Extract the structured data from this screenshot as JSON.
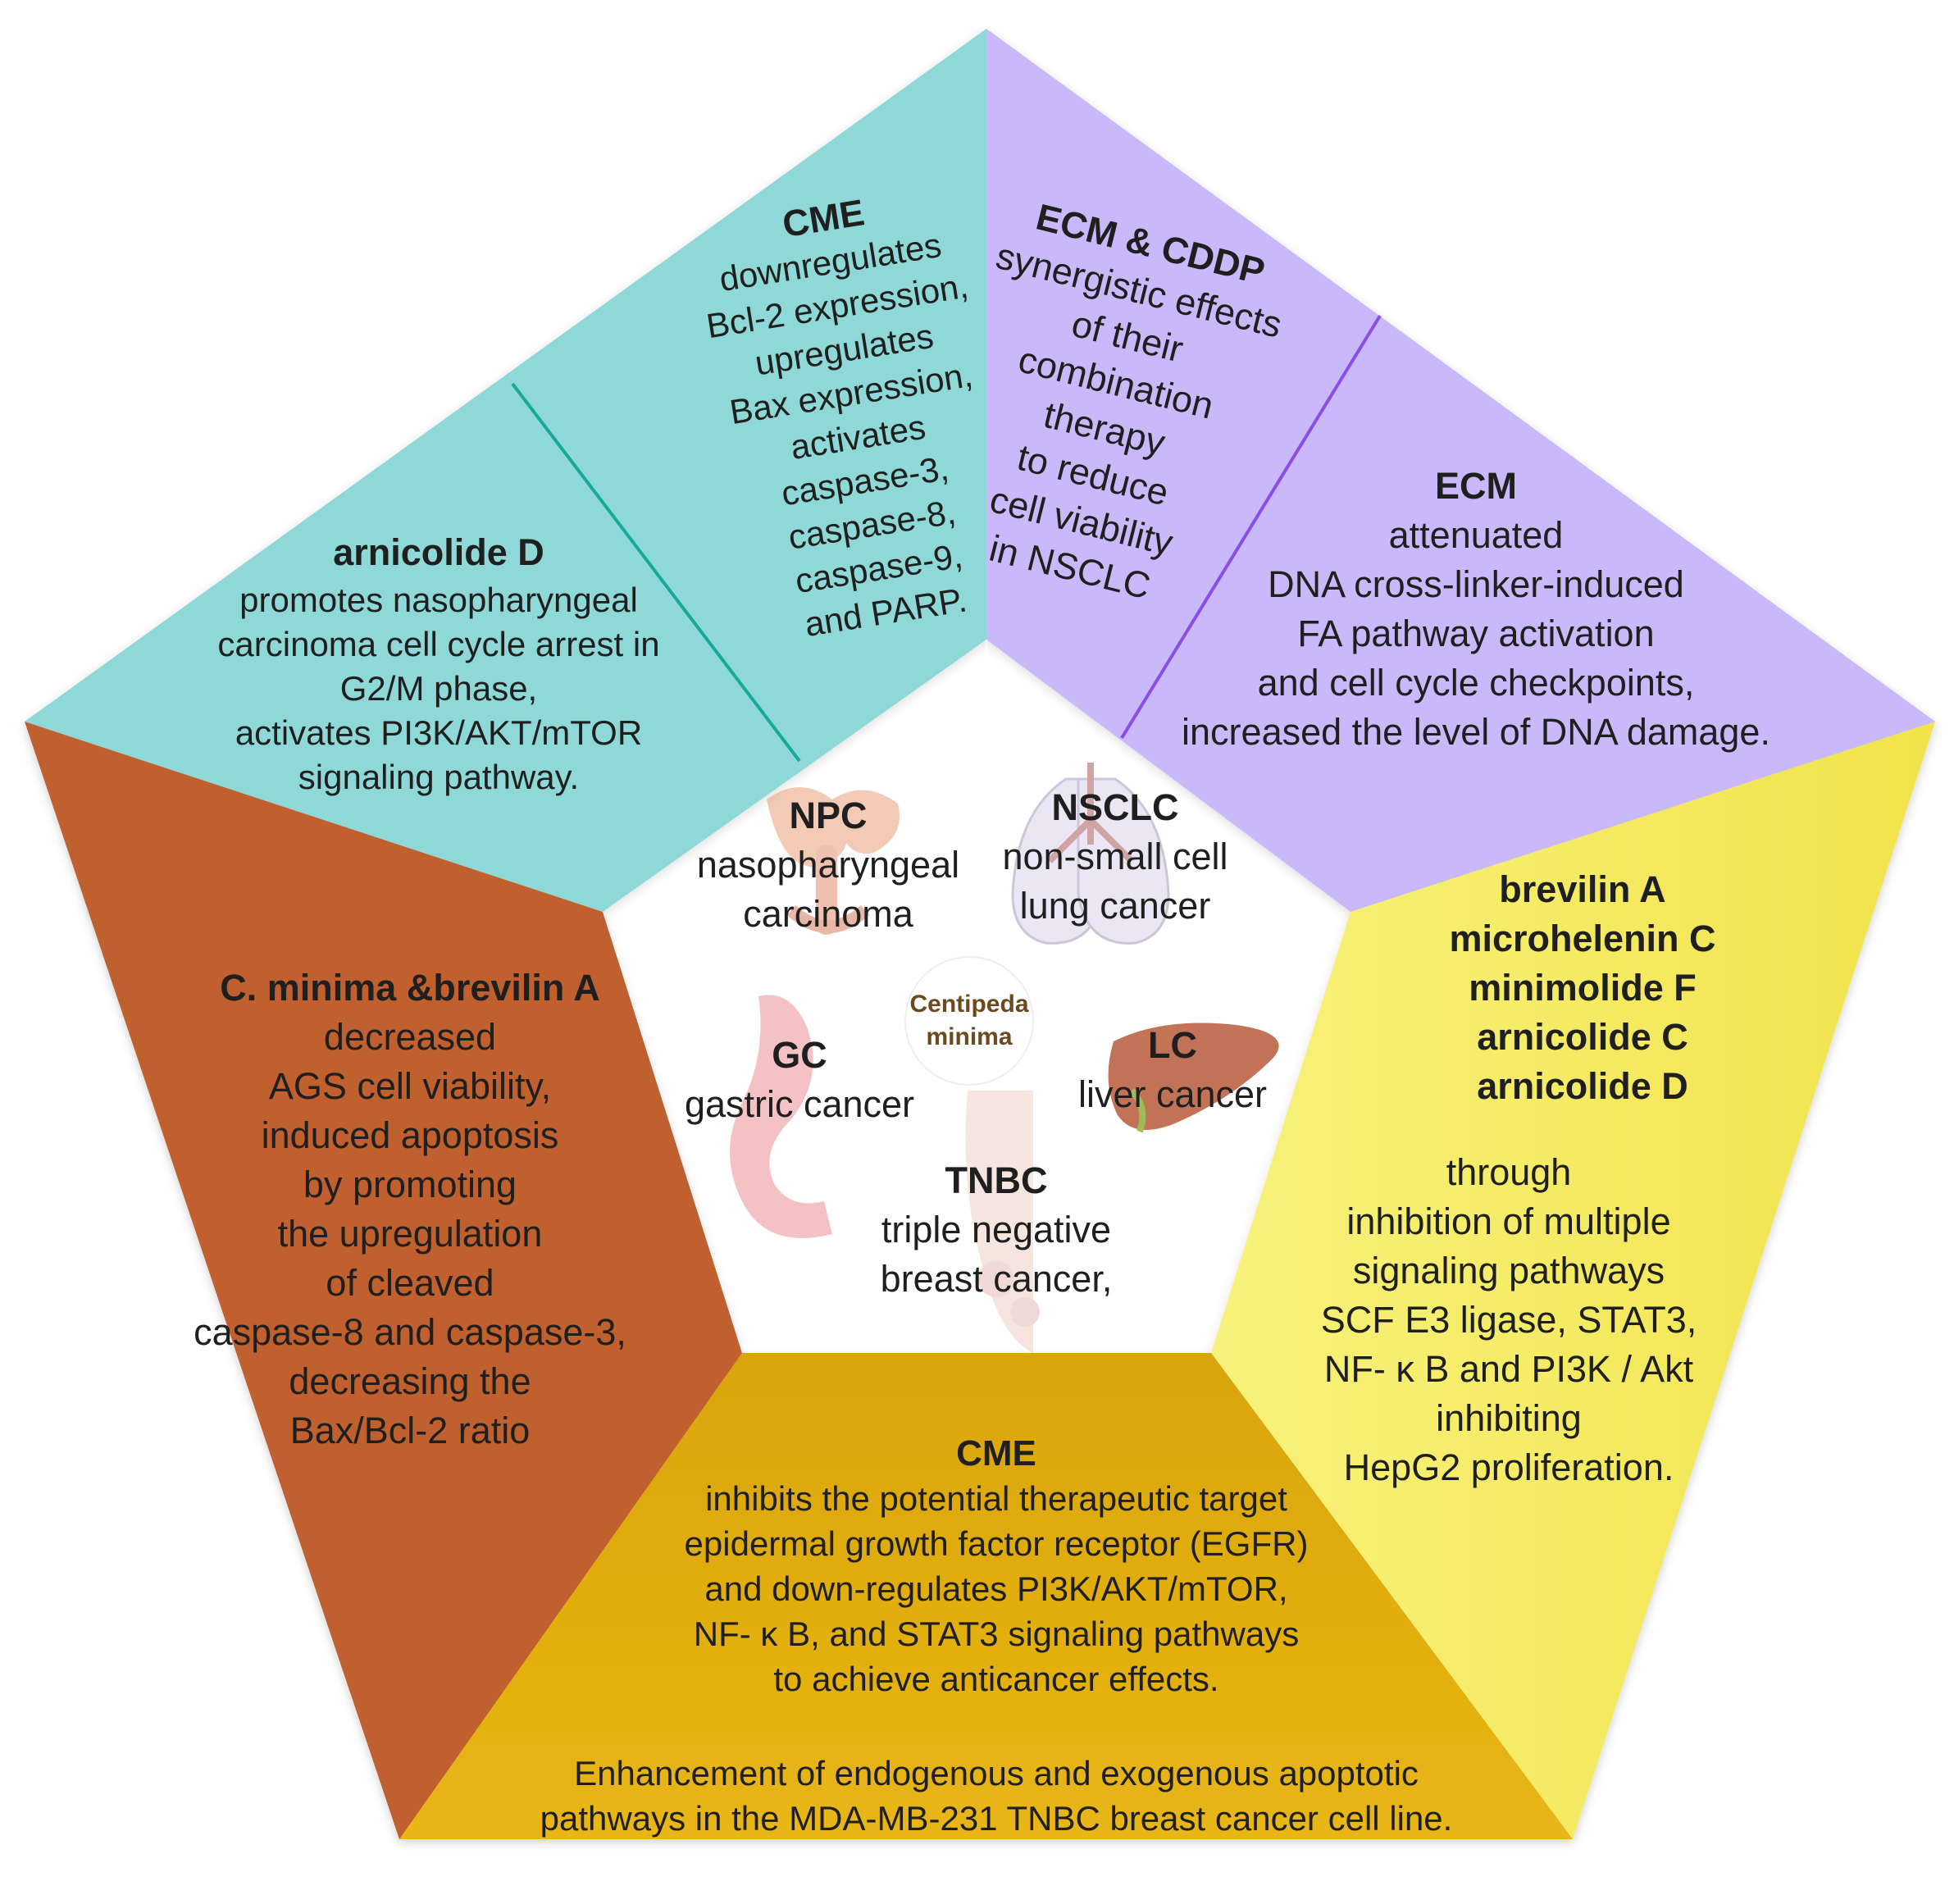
{
  "center": {
    "title_line1": "Centipeda",
    "title_line2": "minima"
  },
  "colors": {
    "npc": "#8ed9d8",
    "nsclc": "#c7b8fb",
    "lc": "#f4ea6a",
    "tnbc": "#e4b30c",
    "gc": "#bf5f2c",
    "inner_overlay": "#ffffff"
  },
  "cancers": {
    "npc": {
      "abbr": "NPC",
      "name_line1": "nasopharyngeal",
      "name_line2": "carcinoma",
      "icon": "nasopharynx-icon"
    },
    "nsclc": {
      "abbr": "NSCLC",
      "name_line1": "non-small cell",
      "name_line2": "lung cancer",
      "icon": "lungs-icon"
    },
    "lc": {
      "abbr": "LC",
      "name": "liver cancer",
      "icon": "liver-icon"
    },
    "tnbc": {
      "abbr": "TNBC",
      "name_line1": "triple negative",
      "name_line2": "breast cancer,",
      "icon": "breast-tissue-icon"
    },
    "gc": {
      "abbr": "GC",
      "name": "gastric cancer",
      "icon": "stomach-icon"
    }
  },
  "panels": {
    "npc_arnicolide": {
      "title": "arnicolide D",
      "lines": [
        "promotes nasopharyngeal",
        "carcinoma cell cycle arrest in",
        "G2/M phase,",
        "activates PI3K/AKT/mTOR",
        "signaling pathway."
      ]
    },
    "npc_cme": {
      "title": "CME",
      "lines": [
        "downregulates",
        "Bcl-2 expression,",
        "upregulates",
        "Bax expression,",
        "activates",
        "caspase-3,",
        "caspase-8,",
        "caspase-9,",
        "and PARP."
      ]
    },
    "nsclc_ecm_cddp": {
      "title": "ECM & CDDP",
      "lines": [
        "synergistic effects",
        "of their",
        "combination",
        "therapy",
        "to reduce",
        "cell viability",
        "in NSCLC"
      ]
    },
    "nsclc_ecm": {
      "title": "ECM",
      "lines": [
        "attenuated",
        "DNA cross-linker-induced",
        "FA pathway activation",
        "and cell cycle checkpoints,",
        "increased the level of DNA damage."
      ]
    },
    "lc_compounds": {
      "titles": [
        "brevilin A",
        "microhelenin C",
        "minimolide F",
        "arnicolide C",
        "arnicolide D"
      ],
      "lines": [
        "through",
        "inhibition of multiple",
        "signaling pathways",
        "SCF E3 ligase, STAT3,",
        "NF- κ B and PI3K / Akt",
        "inhibiting",
        "HepG2 proliferation."
      ]
    },
    "tnbc_cme": {
      "title": "CME",
      "lines": [
        "inhibits the potential therapeutic target",
        "epidermal growth factor receptor (EGFR)",
        "and down-regulates PI3K/AKT/mTOR,",
        "NF- κ B, and STAT3 signaling pathways",
        "to achieve anticancer effects."
      ],
      "footer_lines": [
        "Enhancement of endogenous and exogenous apoptotic",
        "pathways in the MDA-MB-231 TNBC breast cancer cell line."
      ]
    },
    "gc_cminima": {
      "title": "C. minima &brevilin A",
      "lines": [
        "decreased",
        "AGS cell viability,",
        "induced apoptosis",
        "by promoting",
        "the upregulation",
        "of cleaved",
        "caspase-8 and caspase-3,",
        "decreasing the",
        "Bax/Bcl-2 ratio"
      ]
    }
  }
}
